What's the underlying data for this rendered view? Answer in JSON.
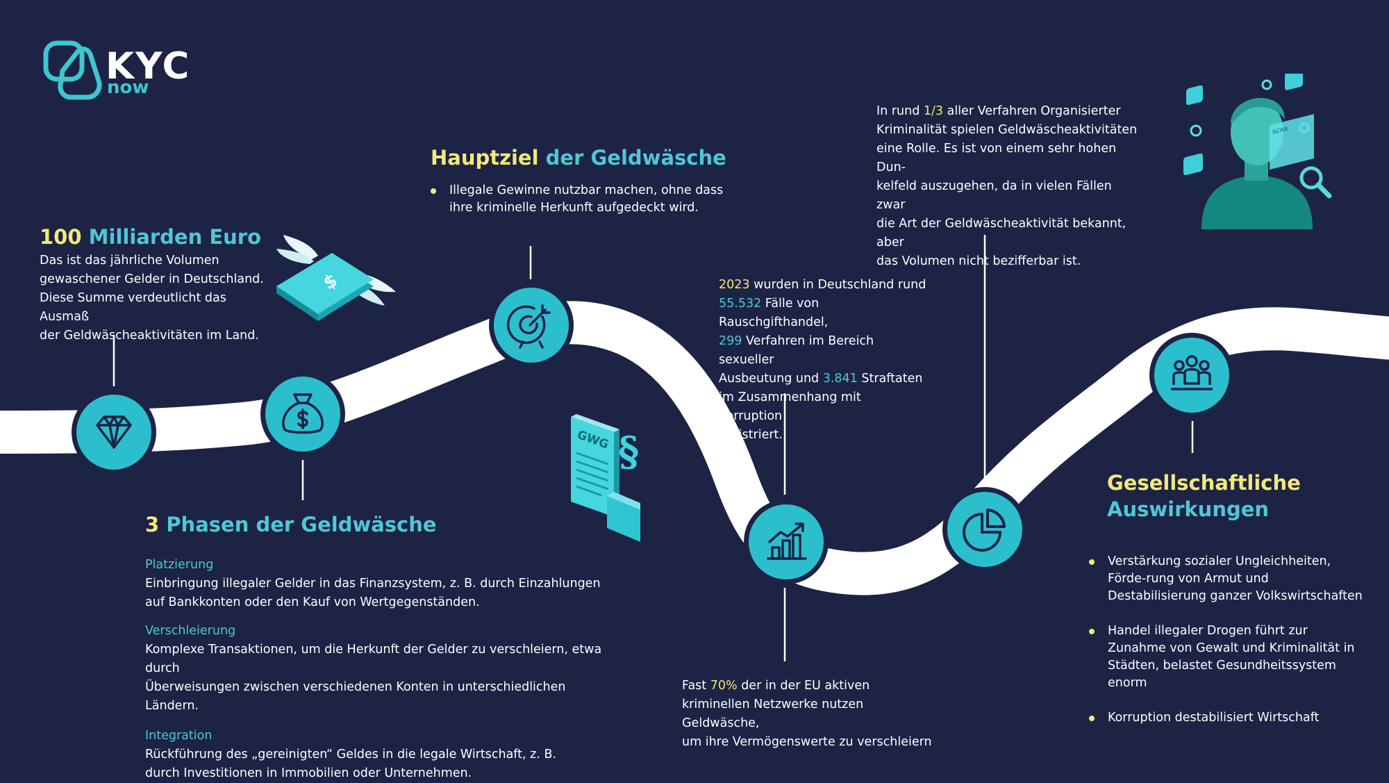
{
  "brand": {
    "name": "KYC",
    "sub": "now"
  },
  "blocks": {
    "volume": {
      "title_num": "100",
      "title_text": "Milliarden Euro",
      "lines": [
        "Das ist das jährliche Volumen",
        "gewaschener Gelder in Deutschland.",
        "Diese Summe verdeutlicht das Ausmaß",
        "der Geldwäscheaktivitäten im Land."
      ]
    },
    "goal": {
      "title_a": "Hauptziel",
      "title_b": "der Geldwäsche",
      "bullet": "Illegale Gewinne nutzbar machen, ohne dass ihre kriminelle Herkunft aufgedeckt wird."
    },
    "phases": {
      "title_num": "3",
      "title_text": "Phasen der Geldwäsche",
      "items": [
        {
          "label": "Platzierung",
          "lines": [
            "Einbringung illegaler Gelder in das Finanzsystem, z. B. durch Einzahlungen",
            "auf Bankkonten oder den Kauf von Wertgegenständen."
          ]
        },
        {
          "label": "Verschleierung",
          "lines": [
            "Komplexe Transaktionen, um die Herkunft der Gelder zu verschleiern, etwa durch",
            "Überweisungen zwischen verschiedenen Konten in unterschiedlichen Ländern."
          ]
        },
        {
          "label": "Integration",
          "lines": [
            "Rückführung des „gereinigten“ Geldes in die legale Wirtschaft, z. B.",
            "durch Investitionen in Immobilien oder Unternehmen."
          ]
        }
      ]
    },
    "stats2023": {
      "l1a": "2023",
      "l1b": " wurden in Deutschland rund",
      "l2a": "55.532",
      "l2b": " Fälle von Rauschgifthandel,",
      "l3a": "299",
      "l3b": " Verfahren im Bereich sexueller",
      "l4a": "Ausbeutung und ",
      "l4b": "3.841",
      "l4c": " Straftaten",
      "l5": "im Zusammenhang mit Korruption",
      "l6": "registriert."
    },
    "eu": {
      "l1a": "Fast ",
      "l1b": "70%",
      "l1c": " der in der EU aktiven",
      "l2": "kriminellen Netzwerke nutzen Geldwäsche,",
      "l3": "um ihre Vermögenswerte zu verschleiern"
    },
    "organized": {
      "l1a": "In rund ",
      "l1b": "1/3",
      "l1c": " aller Verfahren Organisierter",
      "l2": "Kriminalität spielen Geldwäscheaktivitäten",
      "l3": "eine Rolle. Es ist von einem sehr hohen Dun-",
      "l4": "kelfeld auszugehen, da in vielen Fällen zwar",
      "l5": "die Art der Geldwäscheaktivität bekannt, aber",
      "l6": "das Volumen nicht bezifferbar ist."
    },
    "impact": {
      "title_a": "Gesellschaftliche",
      "title_b": "Auswirkungen",
      "bullets": [
        "Verstärkung sozialer Ungleichheiten, Förde-rung von Armut und Destabilisierung ganzer Volkswirtschaften",
        "Handel illegaler Drogen führt zur Zunahme von Gewalt und Kriminalität in Städten, belastet Gesundheitssystem enorm",
        "Korruption destabilisiert Wirtschaft"
      ]
    }
  },
  "illustrations": {
    "document_label": "GWG",
    "document_symbol": "§",
    "scan_label": "SCAN",
    "money_symbol": "$"
  },
  "icons": [
    "diamond-icon",
    "money-bag-icon",
    "target-icon",
    "growth-chart-icon",
    "pie-chart-icon",
    "people-group-icon"
  ],
  "colors": {
    "background": "#1d2344",
    "road": "#ffffff",
    "node": "#2bbfce",
    "yellow": "#f2e97a",
    "cyan": "#4fc7d7"
  }
}
